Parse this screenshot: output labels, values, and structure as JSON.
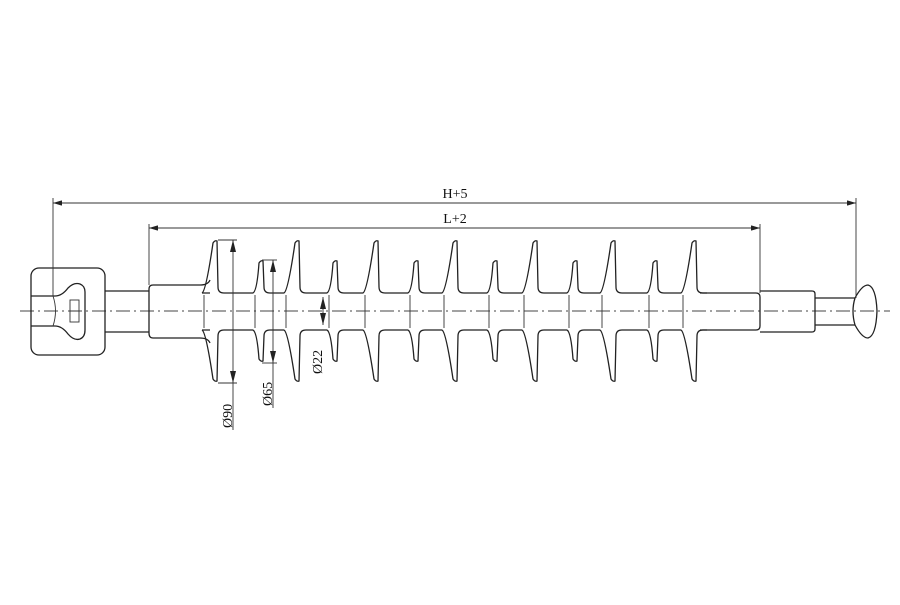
{
  "drawing": {
    "dimensions": {
      "overall_length": "H+5",
      "insulation_length": "L+2",
      "large_shed_diameter": "Ø90",
      "small_shed_diameter": "Ø65",
      "core_diameter": "Ø22"
    },
    "shed_counts": {
      "large": 7,
      "small": 6
    },
    "line_color": "#222222",
    "background": "#ffffff"
  }
}
